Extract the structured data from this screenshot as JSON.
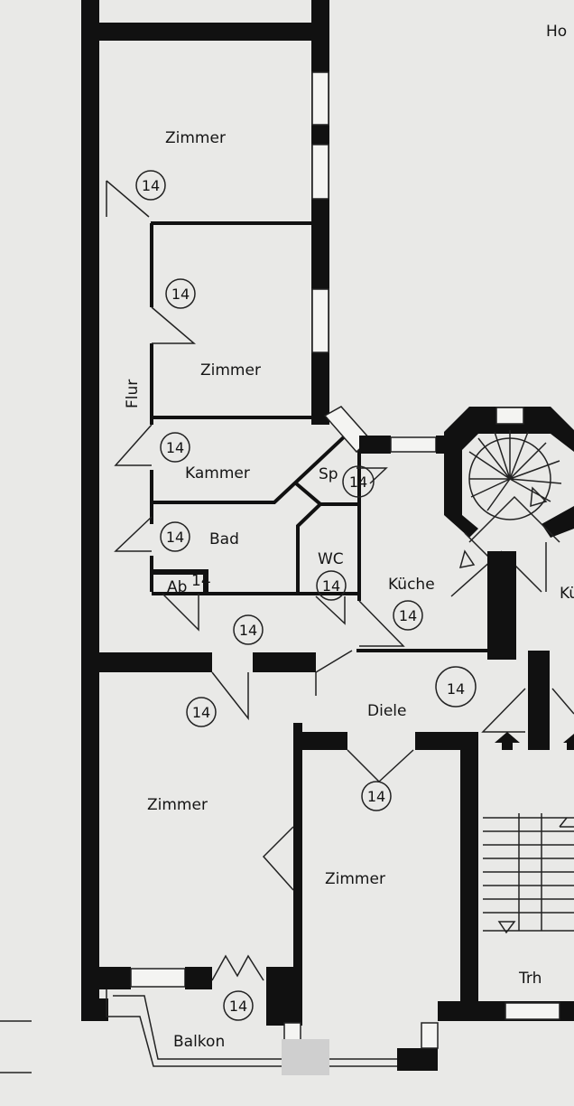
{
  "title_fragment": "Ho",
  "rooms": {
    "zimmer_1": "Zimmer",
    "zimmer_2": "Zimmer",
    "flur": "Flur",
    "kammer": "Kammer",
    "speisekammer": "Sp",
    "bad": "Bad",
    "abstell": "Ab",
    "wc": "WC",
    "kueche": "Küche",
    "kueche_2": "Kü",
    "diele": "Diele",
    "zimmer_3": "Zimmer",
    "zimmer_4": "Zimmer",
    "treppenhaus": "Trh",
    "balkon": "Balkon"
  },
  "room_number": "14",
  "colors": {
    "wall": "#111111",
    "paper": "#e9e9e7"
  }
}
